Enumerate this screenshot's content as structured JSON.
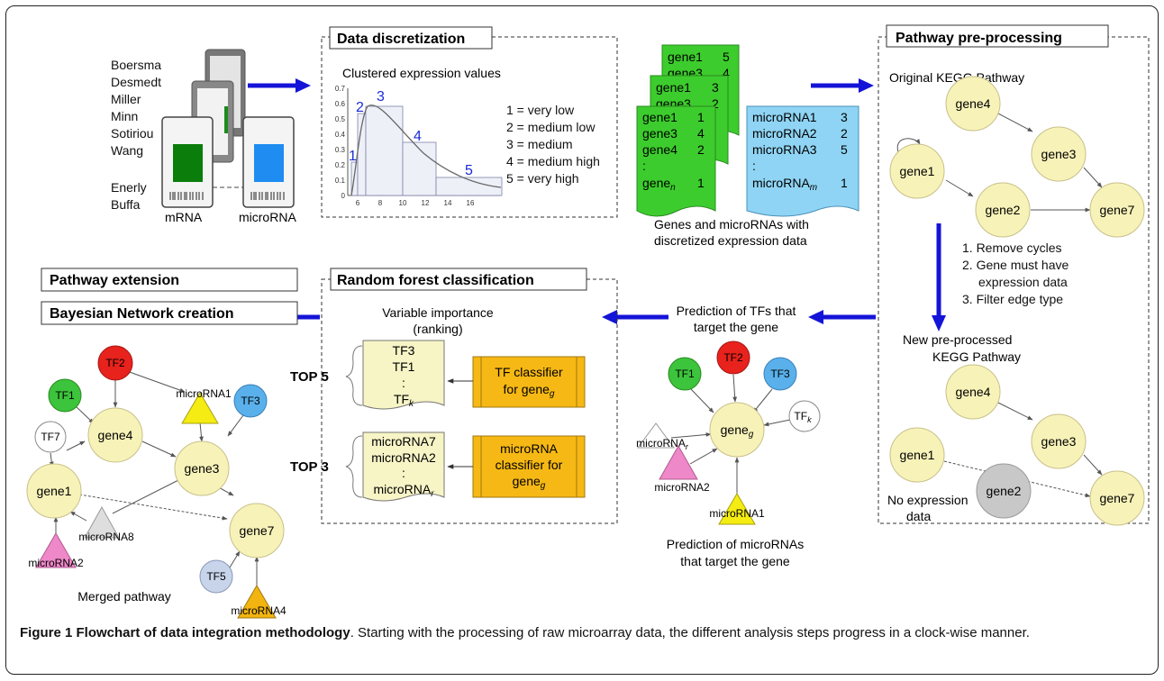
{
  "caption": {
    "label": "Figure 1 Flowchart of data integration methodology",
    "text": ". Starting with the processing of raw microarray data, the different analysis steps progress in a clock-wise manner."
  },
  "sections": {
    "data_discretization": "Data discretization",
    "pathway_preprocessing": "Pathway pre-processing",
    "random_forest": "Random forest classification",
    "pathway_extension": "Pathway extension",
    "bayesian_network": "Bayesian Network creation"
  },
  "datasets": [
    "Boersma",
    "Desmedt",
    "Miller",
    "Minn",
    "Sotiriou",
    "Wang",
    "Enerly",
    "Buffa"
  ],
  "chip_labels": {
    "mrna": "mRNA",
    "microrna": "microRNA"
  },
  "discretization": {
    "title": "Clustered expression values",
    "legend": [
      "1 = very low",
      "2 = medium low",
      "3 = medium",
      "4 = medium high",
      "5 = very high"
    ],
    "cluster_labels": [
      "1",
      "2",
      "3",
      "4",
      "5"
    ],
    "y_ticks": [
      "0",
      "0.1",
      "0.2",
      "0.3",
      "0.4",
      "0.5",
      "0.6",
      "0.7"
    ],
    "x_ticks": [
      "6",
      "8",
      "10",
      "12",
      "14",
      "16"
    ]
  },
  "expression_sheets": {
    "back2": [
      [
        "gene1",
        "5"
      ],
      [
        "gene3",
        "4"
      ]
    ],
    "back1": [
      [
        "gene1",
        "3"
      ],
      [
        "gene3",
        "2"
      ]
    ],
    "front": [
      [
        "gene1",
        "1"
      ],
      [
        "gene3",
        "4"
      ],
      [
        "gene4",
        "2"
      ],
      [
        ":",
        ""
      ],
      [
        "gene",
        "1"
      ]
    ],
    "front_last_sub": "n",
    "microrna": [
      [
        "microRNA1",
        "3"
      ],
      [
        "microRNA2",
        "2"
      ],
      [
        "microRNA3",
        "5"
      ],
      [
        ":",
        ""
      ],
      [
        "microRNA",
        "1"
      ]
    ],
    "microrna_last_sub": "m",
    "caption": [
      "Genes and microRNAs with",
      "discretized expression data"
    ]
  },
  "kegg": {
    "original_title": "Original KEGG Pathway",
    "steps": [
      "1. Remove cycles",
      "2. Gene must have",
      "expression data",
      "3. Filter edge type"
    ],
    "new_title": [
      "New pre-processed",
      "KEGG Pathway"
    ],
    "no_expression": [
      "No expression",
      "data"
    ],
    "genes": {
      "gene1": "gene1",
      "gene2": "gene2",
      "gene3": "gene3",
      "gene4": "gene4",
      "gene7": "gene7"
    }
  },
  "prediction": {
    "top_caption": [
      "Prediction of TFs that",
      "target the gene"
    ],
    "bottom_caption": [
      "Prediction of microRNAs",
      "that target the gene"
    ],
    "center": "gene",
    "center_sub": "g",
    "tf1": "TF1",
    "tf2": "TF2",
    "tf3": "TF3",
    "tfk": "TF",
    "tfk_sub": "k",
    "mir_r": "microRNA",
    "mir_r_sub": "r",
    "mir2": "microRNA2",
    "mir1": "microRNA1"
  },
  "random_forest": {
    "importance_title": [
      "Variable importance",
      "(ranking)"
    ],
    "top5": "TOP 5",
    "top3": "TOP 3",
    "tf_list": [
      "TF3",
      "TF1",
      ":",
      "TF"
    ],
    "tf_list_sub": "k",
    "mir_list": [
      "microRNA7",
      "microRNA2",
      ":",
      "microRNA"
    ],
    "mir_list_sub": "r",
    "tf_classifier": [
      "TF classifier",
      "for gene"
    ],
    "mir_classifier": [
      "microRNA",
      "classifier for",
      "gene"
    ],
    "classifier_sub": "g"
  },
  "merged": {
    "caption": "Merged pathway",
    "tf1": "TF1",
    "tf2": "TF2",
    "tf3": "TF3",
    "tf7": "TF7",
    "tf5": "TF5",
    "mir1": "microRNA1",
    "mir8": "microRNA8",
    "mir2": "microRNA2",
    "mir4": "microRNA4",
    "gene1": "gene1",
    "gene3": "gene3",
    "gene4": "gene4",
    "gene7": "gene7"
  },
  "colors": {
    "gene": "#f7f2b8",
    "gene_stroke": "#c8c08a",
    "tf_green": "#3cc43c",
    "tf_red": "#e8221c",
    "tf_blue": "#5ab0ea",
    "tf_white": "#ffffff",
    "tf5": "#c8d4ea",
    "arrow_blue": "#1414d8",
    "sheet_green": "#3dcc2d",
    "sheet_blue": "#8fd4f4",
    "classifier": "#f6b814",
    "list": "#f7f4c6",
    "gray_gene": "#c8c8c8",
    "tri_yellow": "#f4ec12",
    "tri_pink": "#ee88c8",
    "tri_gray": "#dedede",
    "tri_orange": "#f2b410"
  }
}
